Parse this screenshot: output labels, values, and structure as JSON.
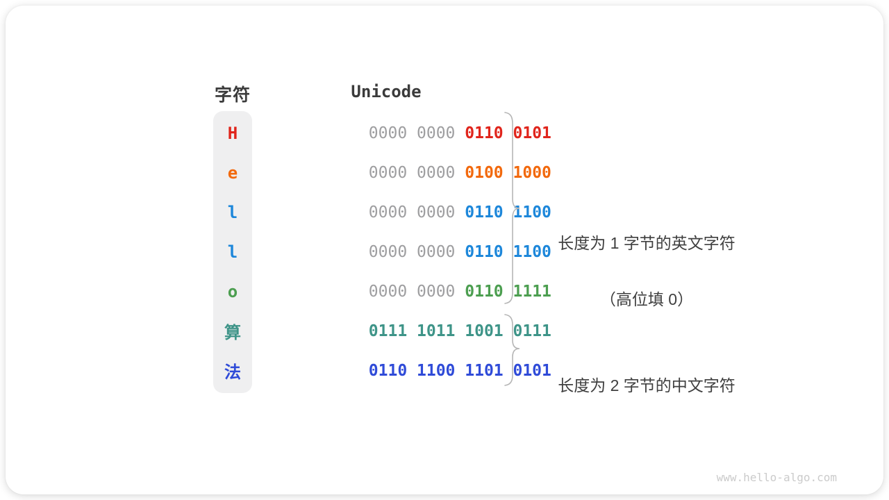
{
  "header": {
    "char_col": "字符",
    "unicode_col": "Unicode"
  },
  "table": {
    "rows": [
      {
        "char": "H",
        "color": "#e0251c",
        "prefix": "0000 0000 ",
        "highlight": "0110 0101"
      },
      {
        "char": "e",
        "color": "#f2690d",
        "prefix": "0000 0000 ",
        "highlight": "0100 1000"
      },
      {
        "char": "l",
        "color": "#1d87da",
        "prefix": "0000 0000 ",
        "highlight": "0110 1100"
      },
      {
        "char": "l",
        "color": "#1d87da",
        "prefix": "0000 0000 ",
        "highlight": "0110 1100"
      },
      {
        "char": "o",
        "color": "#4c9e50",
        "prefix": "0000 0000 ",
        "highlight": "0110 1111"
      },
      {
        "char": "算",
        "color": "#3e9488",
        "prefix": "",
        "highlight": "0111 1011 1001 0111"
      },
      {
        "char": "法",
        "color": "#2f4bd8",
        "prefix": "",
        "highlight": "0110 1100 1101 0101"
      }
    ]
  },
  "annotations": {
    "english": {
      "line1": "长度为 1 字节的英文字符",
      "line2": "（高位填 0）"
    },
    "chinese": {
      "line1": "长度为 2 字节的中文字符"
    }
  },
  "watermark": "www.hello-algo.com",
  "colors": {
    "padding_bits": "#9e9ea0",
    "header_text": "#3b3b3b",
    "annotation_text": "#3f3f3f",
    "brace": "#b5b5b5",
    "char_column_bg": "#efeff0"
  }
}
